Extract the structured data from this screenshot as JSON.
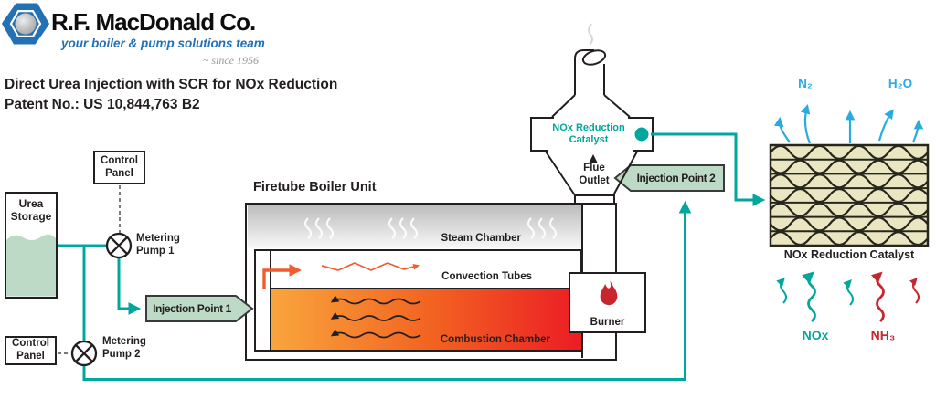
{
  "logo": {
    "company": "R.F. MacDonald Co.",
    "tagline": "your boiler & pump solutions team",
    "since": "~ since 1956"
  },
  "header": {
    "title": "Direct Urea Injection with SCR for NOx Reduction",
    "patent": "Patent No.: US 10,844,763 B2"
  },
  "left_side": {
    "control_panel_1": {
      "line1": "Control",
      "line2": "Panel"
    },
    "control_panel_2": {
      "line1": "Control",
      "line2": "Panel"
    },
    "urea_storage": {
      "line1": "Urea",
      "line2": "Storage"
    },
    "metering_pump_1": {
      "line1": "Metering",
      "line2": "Pump 1"
    },
    "metering_pump_2": {
      "line1": "Metering",
      "line2": "Pump 2"
    },
    "injection_point_1": "Injection Point 1"
  },
  "boiler": {
    "title": "Firetube Boiler Unit",
    "steam_chamber": "Steam Chamber",
    "convection_tubes": "Convection Tubes",
    "combustion_chamber": "Combustion Chamber",
    "burner": "Burner"
  },
  "flue": {
    "catalyst_box": {
      "line1": "NOx Reduction",
      "line2": "Catalyst"
    },
    "flue_outlet": {
      "line1": "Flue",
      "line2": "Outlet"
    },
    "injection_point_2": "Injection Point 2"
  },
  "catalyst": {
    "label": "NOx Reduction Catalyst",
    "n2": "N₂",
    "h2o": "H₂O",
    "nox": "NOx",
    "nh3": "NH₃"
  },
  "colors": {
    "teal_pipe": "#00A79D",
    "green_fill": "#BCDAC5",
    "brand_blue": "#2470B4",
    "gas_blue": "#29ABE2",
    "red": "#C9252C",
    "orange_arrow": "#F15B2E",
    "combustion_gradient": [
      "#F9A53C",
      "#EC1C24"
    ],
    "catalyst_beige": "#EAE6C2"
  }
}
